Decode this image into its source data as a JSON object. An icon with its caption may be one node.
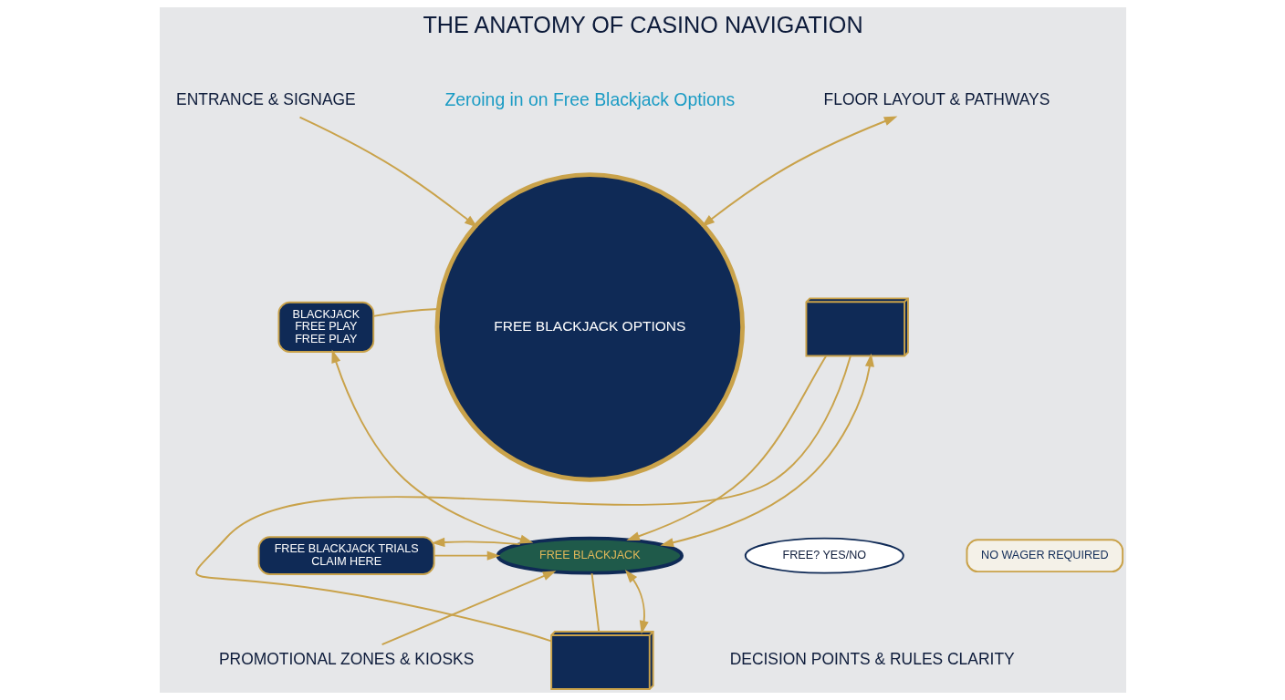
{
  "diagram": {
    "title": "THE ANATOMY OF CASINO NAVIGATION",
    "nodes": [
      {
        "text": [
          "ENTRANCE & SIGNAGE"
        ]
      },
      {
        "text": [
          "BLACKJACK",
          "FREE PLAY",
          "FREE PLAY"
        ]
      },
      {
        "text": [
          "FLOOR LAYOUT & PATHWAYS"
        ]
      },
      {
        "text": [],
        "shape": "picture"
      },
      {
        "text": [
          "FREE BLACKJACK OPTIONS"
        ]
      },
      {
        "text": [
          "FREE BLACKJACK"
        ]
      },
      {
        "text": [
          "FREE BLACKJACK TRIALS",
          "CLAIM HERE"
        ]
      },
      {
        "text": [
          "PROMOTIONAL ZONES & KIOSKS"
        ]
      },
      {
        "text": [],
        "shape": "picture"
      },
      {
        "text": [
          "FREE? YES/NO"
        ]
      },
      {
        "text": [
          "NO WAGER REQUIRED"
        ]
      },
      {
        "text": [
          "DECISION POINTS & RULES CLARITY"
        ]
      }
    ],
    "edges": [
      {
        "from": 0,
        "to": 4,
        "arrow": "to"
      },
      {
        "from": 1,
        "to": 4,
        "arrow": "none"
      },
      {
        "from": 1,
        "to": 5,
        "arrow": "both"
      },
      {
        "from": 4,
        "to": 2,
        "arrow": "both"
      },
      {
        "from": 3,
        "to": 5,
        "arrow": "to"
      },
      {
        "from": 3,
        "to": 5,
        "arrow": "both"
      },
      {
        "from": 5,
        "to": 8,
        "arrow": "none"
      },
      {
        "from": 3,
        "to": 8,
        "arrow": "none"
      },
      {
        "from": 6,
        "to": 5,
        "arrow": "to"
      },
      {
        "from": 5,
        "to": 6,
        "arrow": "to"
      },
      {
        "from": 7,
        "to": 5,
        "arrow": "to"
      },
      {
        "from": 5,
        "to": 8,
        "arrow": "both"
      }
    ],
    "labels": [
      "Zeroing in on Free Blackjack Options"
    ]
  }
}
